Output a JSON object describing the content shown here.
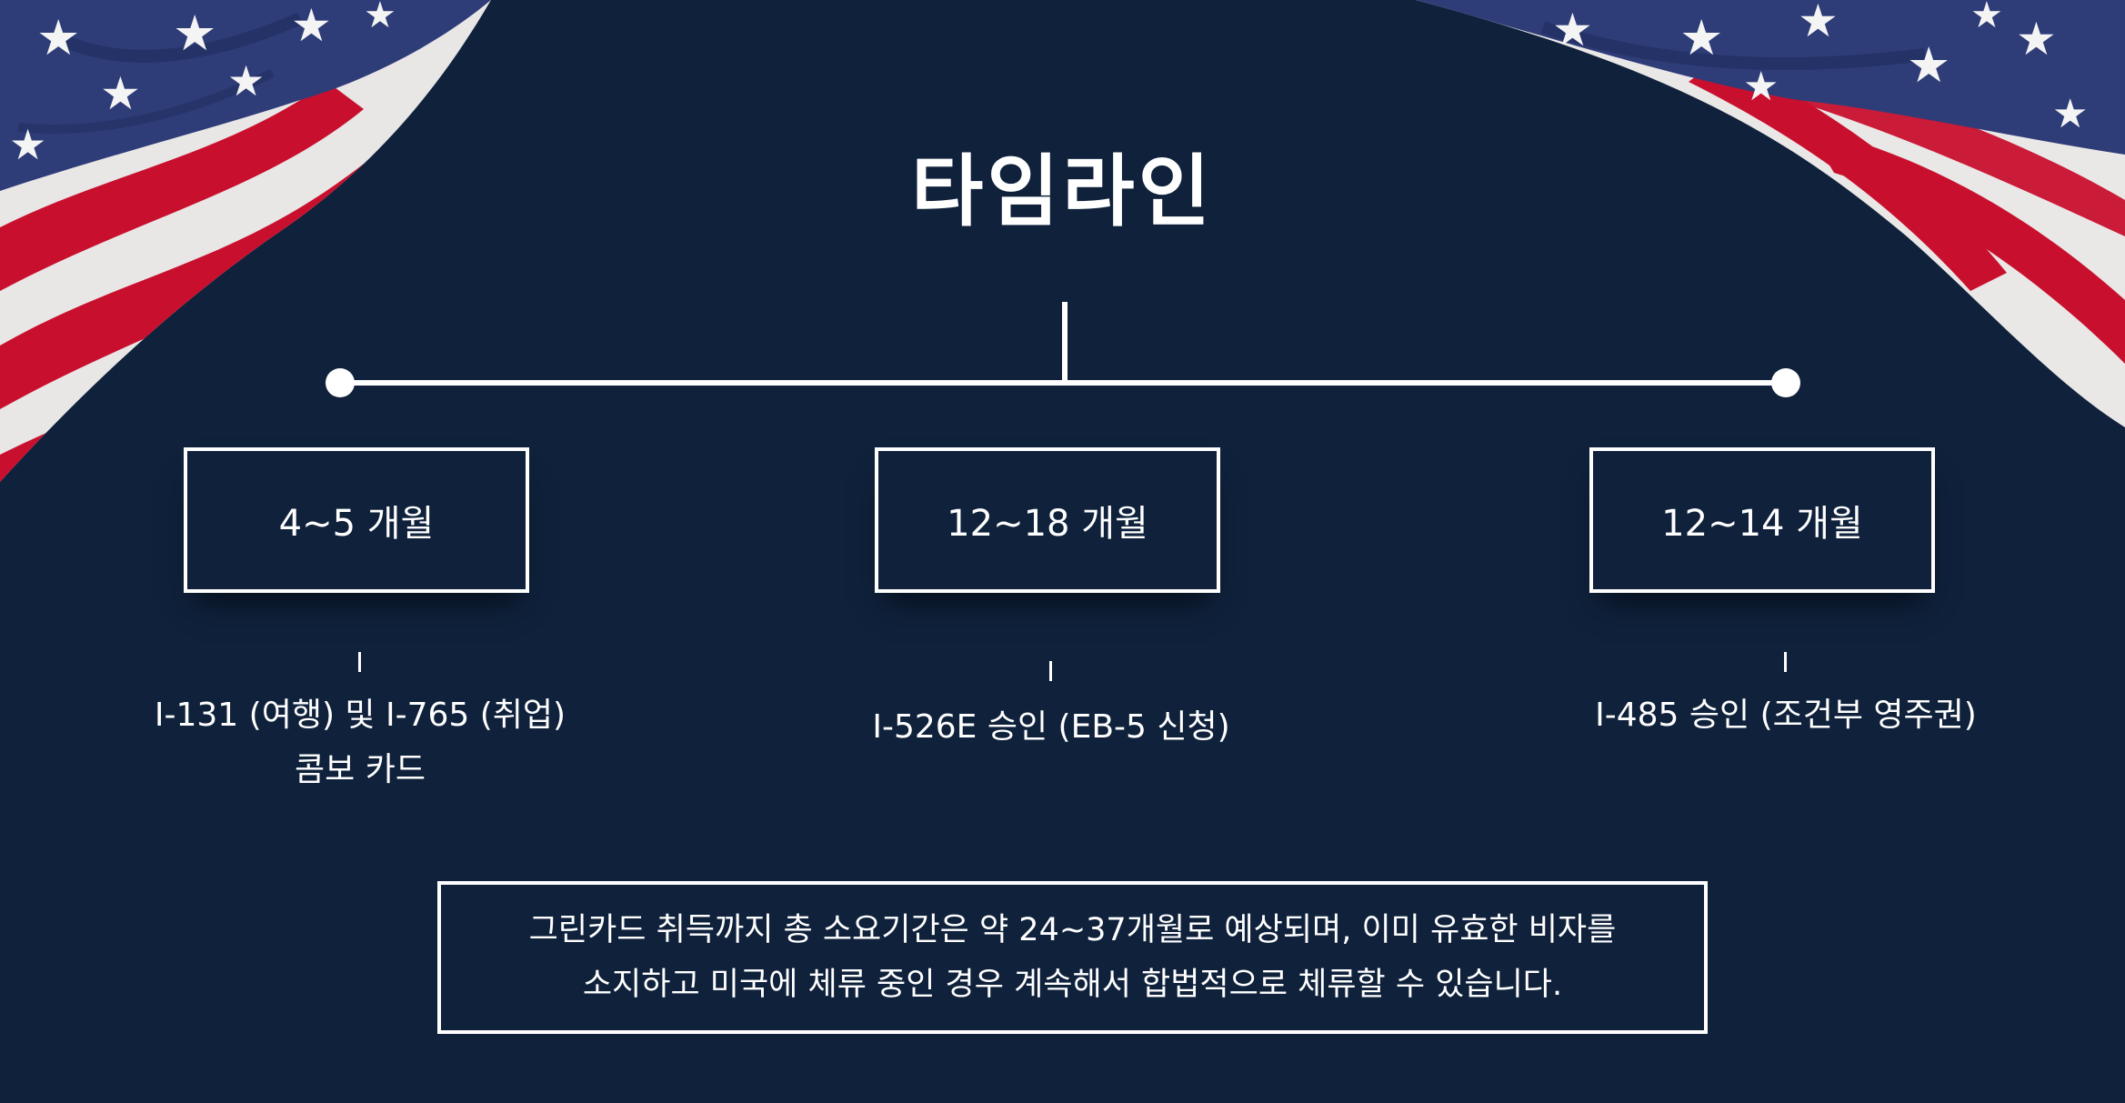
{
  "title": "타임라인",
  "stages": [
    {
      "period": "4~5 개월",
      "desc_line1": "I-131 (여행) 및 I-765 (취업)",
      "desc_line2": "콤보 카드"
    },
    {
      "period": "12~18 개월",
      "desc_line1": "I-526E 승인 (EB-5 신청)",
      "desc_line2": ""
    },
    {
      "period": "12~14 개월",
      "desc_line1": "I-485 승인 (조건부 영주권)",
      "desc_line2": ""
    }
  ],
  "note": {
    "line1": "그린카드 취득까지 총 소요기간은 약 24~37개월로 예상되며, 이미 유효한 비자를",
    "line2": "소지하고 미국에 체류 중인 경우 계속해서 합법적으로 체류할 수 있습니다."
  },
  "colors": {
    "background": "#0f213b",
    "flag_red": "#c8102e",
    "flag_blue": "#2e3d78",
    "foreground": "#ffffff"
  }
}
